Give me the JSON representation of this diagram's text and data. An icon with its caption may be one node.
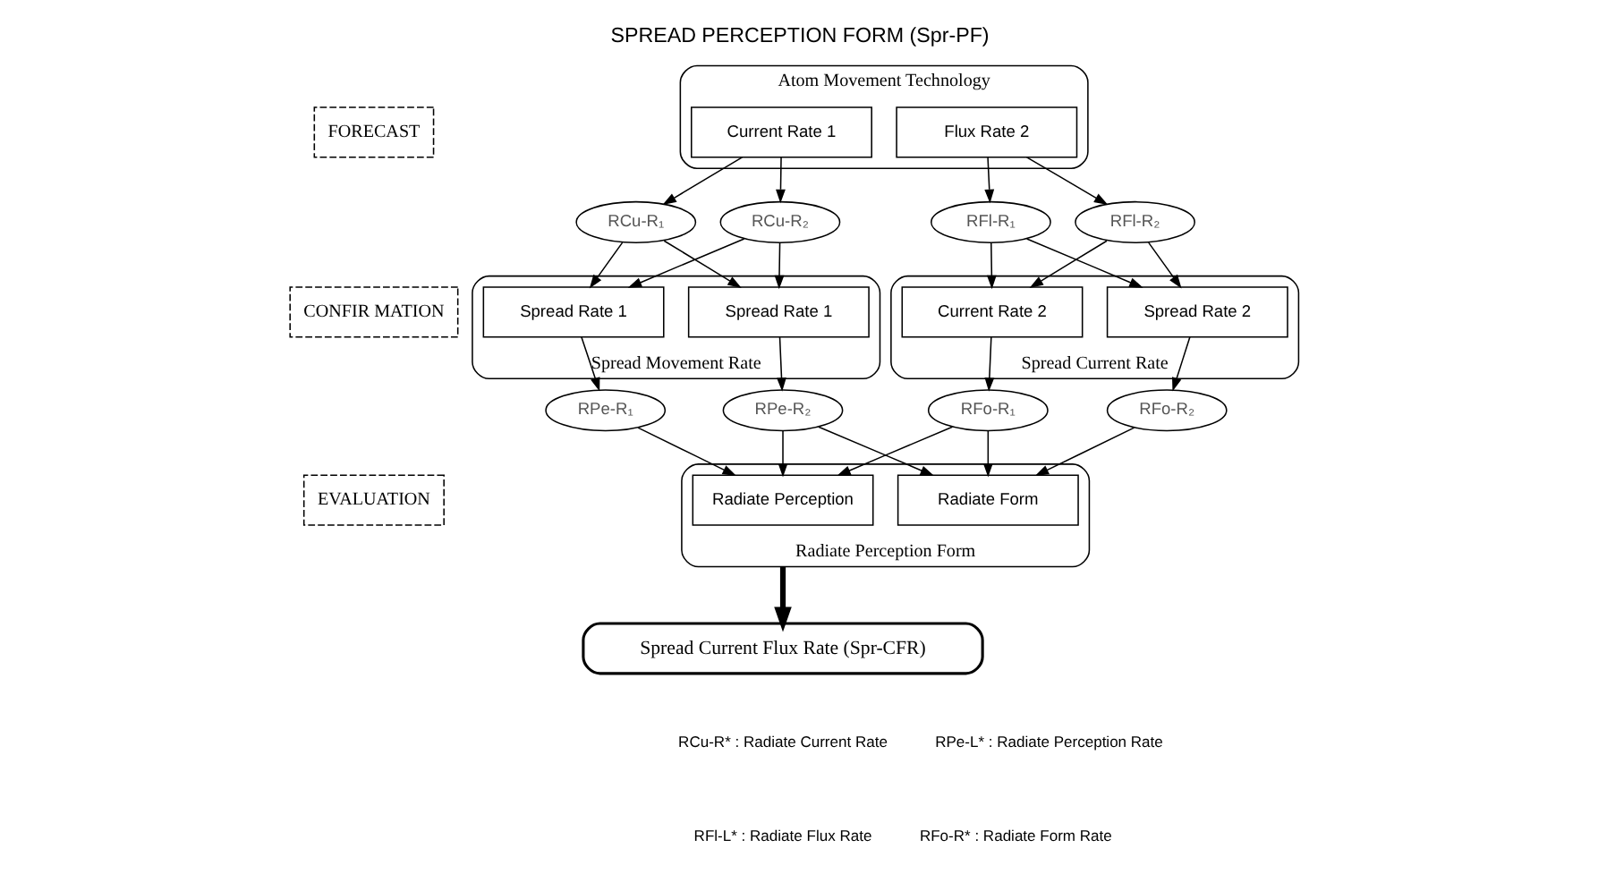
{
  "diagram": {
    "title": "SPREAD PERCEPTION FORM (Spr-PF)",
    "nodes": [
      {
        "text": [
          "FORECAST"
        ]
      },
      {
        "text": [
          "Atom Movement Technology"
        ]
      },
      {
        "text": [
          "Current Rate 1"
        ],
        "in": 1
      },
      {
        "text": [
          "Flux Rate 2"
        ],
        "in": 1
      },
      {
        "text": [
          "RCu-R₁"
        ]
      },
      {
        "text": [
          "RCu-R₂"
        ]
      },
      {
        "text": [
          "RFl-R₁"
        ]
      },
      {
        "text": [
          "RFl-R₂"
        ]
      },
      {
        "text": [
          "CONFIR MATION"
        ]
      },
      {
        "text": [
          "Spread Movement Rate"
        ]
      },
      {
        "text": [
          "Spread Rate 1"
        ],
        "in": 9
      },
      {
        "text": [
          "Spread Rate 1"
        ],
        "in": 9
      },
      {
        "text": [
          "Spread Current Rate"
        ]
      },
      {
        "text": [
          "Spread Rate 2"
        ],
        "in": 12
      },
      {
        "text": [
          "Current Rate 2"
        ],
        "in": 12
      },
      {
        "text": [
          "RPe-R₁"
        ]
      },
      {
        "text": [
          "RPe-R₂"
        ]
      },
      {
        "text": [
          "RFo-R₁"
        ]
      },
      {
        "text": [
          "RFo-R₂"
        ]
      },
      {
        "text": [
          "EVALUATION"
        ]
      },
      {
        "text": [
          "Radiate Perception Form"
        ]
      },
      {
        "text": [
          "Radiate Perception"
        ],
        "in": 20
      },
      {
        "text": [
          "Radiate Form"
        ],
        "in": 20
      },
      {
        "text": [
          "Spread Current Flux Rate (Spr-CFR)"
        ]
      }
    ],
    "edges": [
      {
        "from": 2,
        "to": 4,
        "arrow": "to"
      },
      {
        "from": 2,
        "to": 5,
        "arrow": "to"
      },
      {
        "from": 3,
        "to": 6,
        "arrow": "to"
      },
      {
        "from": 3,
        "to": 7,
        "arrow": "to"
      },
      {
        "from": 4,
        "to": 10,
        "arrow": "to"
      },
      {
        "from": 4,
        "to": 11,
        "arrow": "to"
      },
      {
        "from": 5,
        "to": 10,
        "arrow": "to"
      },
      {
        "from": 5,
        "to": 11,
        "arrow": "to"
      },
      {
        "from": 6,
        "to": 13,
        "arrow": "to"
      },
      {
        "from": 6,
        "to": 14,
        "arrow": "to"
      },
      {
        "from": 7,
        "to": 13,
        "arrow": "to"
      },
      {
        "from": 7,
        "to": 14,
        "arrow": "to"
      },
      {
        "from": 10,
        "to": 16,
        "arrow": "to"
      },
      {
        "from": 11,
        "to": 15,
        "arrow": "to"
      },
      {
        "from": 13,
        "to": 18,
        "arrow": "to"
      },
      {
        "from": 14,
        "to": 17,
        "arrow": "to"
      },
      {
        "from": 15,
        "to": 21,
        "arrow": "to"
      },
      {
        "from": 16,
        "to": 21,
        "arrow": "to"
      },
      {
        "from": 16,
        "to": 22,
        "arrow": "to"
      },
      {
        "from": 17,
        "to": 21,
        "arrow": "to"
      },
      {
        "from": 17,
        "to": 22,
        "arrow": "to"
      },
      {
        "from": 18,
        "to": 22,
        "arrow": "to"
      },
      {
        "from": 20,
        "to": 23,
        "arrow": "to",
        "style": "thick"
      }
    ],
    "labels": [
      "RCu-R* : Radiate Current Rate",
      "RPe-L* : Radiate Perception Rate",
      "RFl-L* : Radiate Flux Rate",
      "RFo-R* : Radiate Form Rate"
    ]
  }
}
